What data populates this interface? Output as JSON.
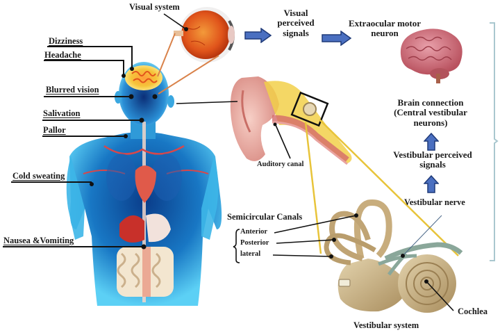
{
  "figure": {
    "symptoms": [
      {
        "id": "dizziness",
        "label": "Dizziness"
      },
      {
        "id": "headache",
        "label": "Headache"
      },
      {
        "id": "blurred-vision",
        "label": "Blurred vision"
      },
      {
        "id": "salivation",
        "label": "Salivation"
      },
      {
        "id": "pallor",
        "label": "Pallor"
      },
      {
        "id": "cold-sweating",
        "label": "Cold sweating"
      },
      {
        "id": "nausea-vomiting",
        "label": "Nausea &Vomiting"
      }
    ],
    "visual_pathway": {
      "visual_system": "Visual system",
      "perceived_signals_line1": "Visual",
      "perceived_signals_line2": "perceived",
      "perceived_signals_line3": "signals",
      "motor_neuron_line1": "Extraocular motor",
      "motor_neuron_line2": "neuron"
    },
    "vestibular_pathway": {
      "brain_connection_line1": "Brain connection",
      "brain_connection_line2": "(Central vestibular",
      "brain_connection_line3": "neurons)",
      "perceived_signals_line1": "Vestibular perceived",
      "perceived_signals_line2": "signals",
      "nerve": "Vestibular nerve"
    },
    "ear": {
      "auditory_canal": "Auditory canal"
    },
    "inner_ear": {
      "semicircular_canals": "Semicircular Canals",
      "canals": [
        "Anterior",
        "Posterior",
        "lateral"
      ],
      "cochlea": "Cochlea",
      "vestibular_system": "Vestibular system"
    },
    "colors": {
      "arrow_fill": "#4a6fc0",
      "arrow_stroke": "#1f3a78",
      "body_blue": "#2fa8e0",
      "eye_orange": "#e4571c",
      "brain_pink": "#d9788a",
      "ear_pink": "#efb0a8",
      "inner_ear_tan": "#cdb58a",
      "nerve_green": "#8aa79a",
      "connector_yellow": "#e8c43a",
      "connector_orange": "#d9824a",
      "bracket": "#a9c7cf"
    }
  }
}
